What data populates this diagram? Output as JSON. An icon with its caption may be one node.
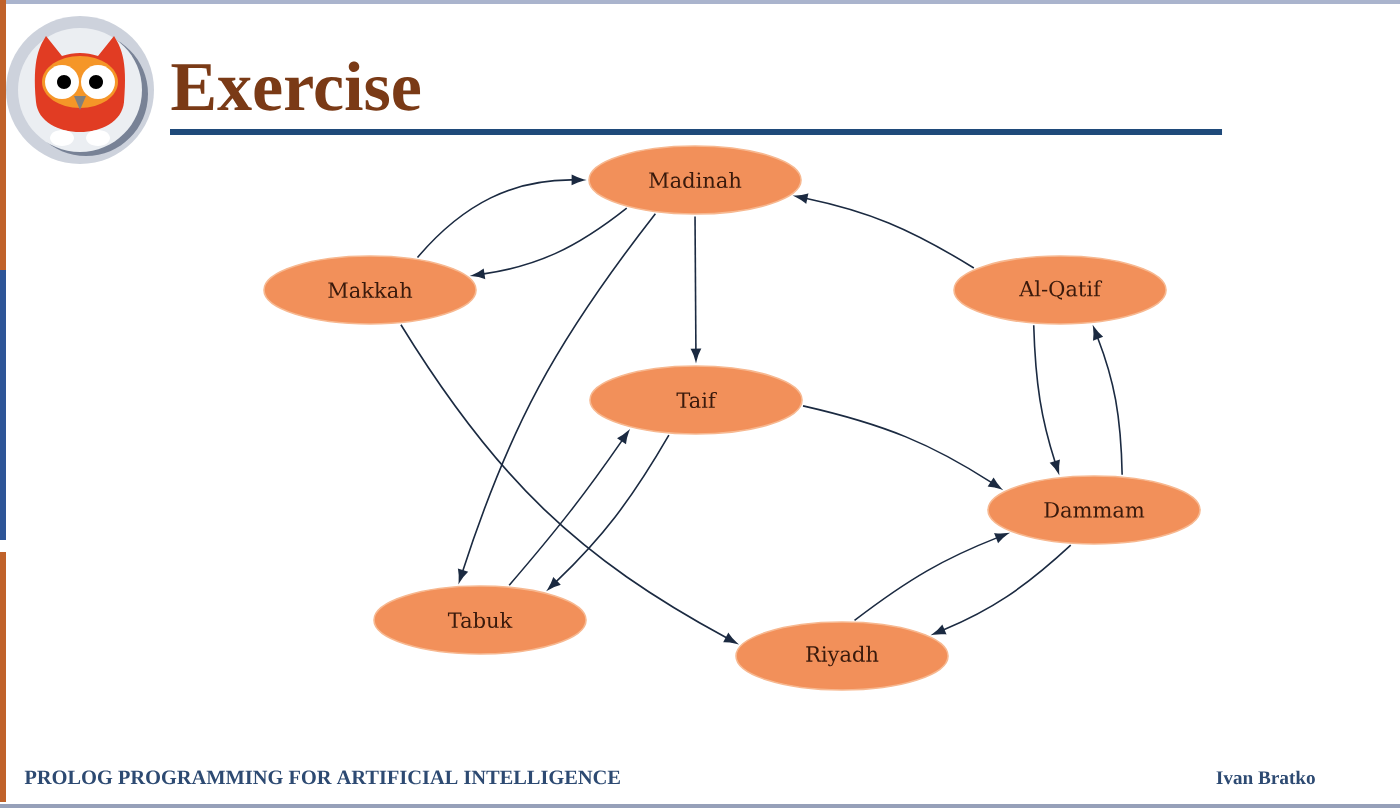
{
  "diagram": {
    "title": "Exercise",
    "nodes": [
      {
        "text": [
          "Madinah"
        ]
      },
      {
        "text": [
          "Makkah"
        ]
      },
      {
        "text": [
          "Al-Qatif"
        ]
      },
      {
        "text": [
          "Taif"
        ]
      },
      {
        "text": [
          "Dammam"
        ]
      },
      {
        "text": [
          "Tabuk"
        ]
      },
      {
        "text": [
          "Riyadh"
        ]
      }
    ],
    "edges": [
      {
        "from": 1,
        "to": 0,
        "arrow": "to"
      },
      {
        "from": 0,
        "to": 1,
        "arrow": "to"
      },
      {
        "from": 0,
        "to": 3,
        "arrow": "to"
      },
      {
        "from": 0,
        "to": 5,
        "arrow": "to"
      },
      {
        "from": 1,
        "to": 6,
        "arrow": "to"
      },
      {
        "from": 2,
        "to": 0,
        "arrow": "to"
      },
      {
        "from": 2,
        "to": 4,
        "arrow": "to"
      },
      {
        "from": 4,
        "to": 2,
        "arrow": "to"
      },
      {
        "from": 3,
        "to": 4,
        "arrow": "to"
      },
      {
        "from": 5,
        "to": 3,
        "arrow": "to"
      },
      {
        "from": 3,
        "to": 5,
        "arrow": "to"
      },
      {
        "from": 6,
        "to": 4,
        "arrow": "to"
      },
      {
        "from": 4,
        "to": 6,
        "arrow": "to"
      }
    ],
    "labels": [
      "PROLOG PROGRAMMING FOR ARTIFICIAL INTELLIGENCE",
      "Ivan Bratko"
    ]
  }
}
